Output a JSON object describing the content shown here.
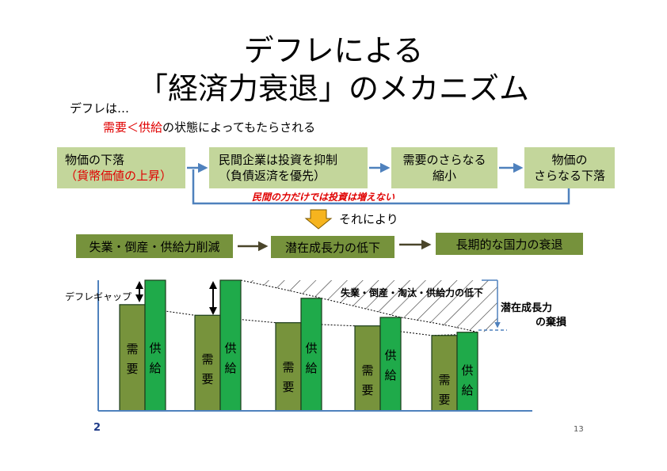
{
  "title": {
    "line1": "デフレによる",
    "line2": "「経済力衰退」のメカニズム"
  },
  "intro": {
    "line1": "デフレは…",
    "highlight": "需要＜供給",
    "rest": "の状態によってもたらされる"
  },
  "flow_top": [
    {
      "line1": "物価の下落",
      "line2": "（貨幣価値の上昇）"
    },
    {
      "line1": "民間企業は投資を抑制",
      "line2": "（負債返済を優先）"
    },
    {
      "line1": "需要のさらなる",
      "line2": "縮小"
    },
    {
      "line1": "物価の",
      "line2": "さらなる下落"
    }
  ],
  "loop_note": "民間の力だけでは投資は増えない",
  "transition": "それにより",
  "flow_bottom": [
    "失業・倒産・供給力削減",
    "潜在成長力の低下",
    "長期的な国力の衰退"
  ],
  "chart_labels": {
    "deflation_gap": "デフレギャップ",
    "hatch_note": "失業・倒産・淘汰・供給力の低下",
    "loss_line1": "潜在成長力",
    "loss_line2": "の棄損",
    "demand": "需要",
    "supply": "供給"
  },
  "chart_data": {
    "type": "bar",
    "categories": [
      "",
      "",
      "",
      "",
      ""
    ],
    "series": [
      {
        "name": "需要",
        "values": [
          100,
          90,
          83,
          80,
          71
        ]
      },
      {
        "name": "供給",
        "values": [
          123,
          123,
          106,
          88,
          74
        ]
      }
    ],
    "potential_level": 123,
    "colors": {
      "demand": "#77933c",
      "supply": "#1faa4a"
    }
  },
  "footer": {
    "slide_num": "2",
    "page_num": "13"
  }
}
